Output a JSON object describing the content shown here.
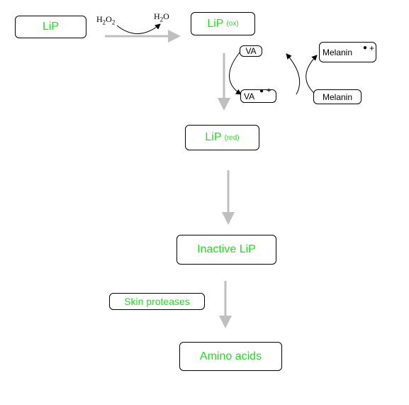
{
  "nodes": {
    "lip": "LiP",
    "lip_ox_main": "LiP",
    "lip_ox_sub": "(ox)",
    "lip_red_main": "LiP",
    "lip_red_sub": "(red)",
    "inactive_lip": "Inactive LiP",
    "amino_acids": "Amino acids",
    "skin_proteases": "Skin proteases",
    "va": "VA",
    "va_radical": "VA",
    "melanin_radical": "Melanin",
    "melanin": "Melanin"
  },
  "reagents": {
    "h2o2_h": "H",
    "h2o2_2a": "2",
    "h2o2_o": "O",
    "h2o2_2b": "2",
    "h2o_h": "H",
    "h2o_2": "2",
    "h2o_o": "O"
  },
  "symbols": {
    "radical_dot": "●",
    "radical_plus": "+"
  },
  "colors": {
    "label_green": "#22dd22",
    "flow_arrow": "#bfbfbf",
    "border": "#000000"
  }
}
